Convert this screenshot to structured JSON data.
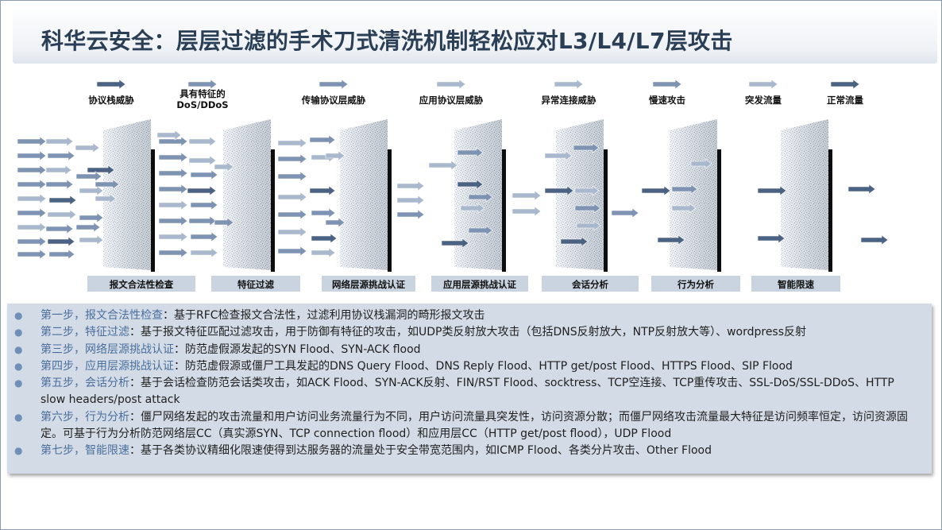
{
  "title": "科华云安全：层层过滤的手术刀式清洗机制轻松应对L3/L4/L7层攻击",
  "colors": {
    "title": "#2a3f56",
    "arrow_dark": "#4c6283",
    "arrow_mid": "#7e93b2",
    "arrow_light": "#a9b8cd",
    "stage_box": "#cad4e1",
    "panel": "#d3dbe6",
    "step_head": "#4a6f9c"
  },
  "legend": [
    {
      "label": "协议栈威胁",
      "shade": "dark"
    },
    {
      "label": "具有特征的\nDoS/DDoS",
      "shade": "mid"
    },
    {
      "label": "传输协议层威胁",
      "shade": "mid"
    },
    {
      "label": "应用协议层威胁",
      "shade": "light"
    },
    {
      "label": "异常连接威胁",
      "shade": "light"
    },
    {
      "label": "慢速攻击",
      "shade": "mid"
    },
    {
      "label": "突发流量",
      "shade": "light"
    },
    {
      "label": "正常流量",
      "shade": "dark"
    }
  ],
  "stages": [
    "报文合法性检查",
    "特征过滤",
    "网络层源挑战认证",
    "应用层源挑战认证",
    "会话分析",
    "行为分析",
    "智能限速"
  ],
  "steps": [
    {
      "head": "第一步，报文合法性检查",
      "text": "：基于RFC检查报文合法性，过滤利用协议栈漏洞的畸形报文攻击"
    },
    {
      "head": "第二步，特征过滤",
      "text": "：基于报文特征匹配过滤攻击，用于防御有特征的攻击，如UDP类反射放大攻击（包括DNS反射放大，NTP反射放大等）、wordpress反射"
    },
    {
      "head": "第三步，网络层源挑战认证",
      "text": "：防范虚假源发起的SYN Flood、SYN-ACK flood"
    },
    {
      "head": "第四步，应用层源挑战认证",
      "text": "：防范虚假源或僵尸工具发起的DNS Query Flood、DNS Reply Flood、HTTP get/post Flood、HTTPS Flood、SIP Flood"
    },
    {
      "head": "第五步，会话分析",
      "text": "：基于会话检查防范会话类攻击，如ACK Flood、SYN-ACK反射、FIN/RST Flood、socktress、TCP空连接、TCP重传攻击、SSL-DoS/SSL-DDoS、HTTP slow headers/post attack"
    },
    {
      "head": "第六步，行为分析",
      "text": "：僵尸网络发起的攻击流量和用户访问业务流量行为不同，用户访问流量具突发性，访问资源分散；而僵尸网络攻击流量最大特征是访问频率恒定，访问资源固定。可基于行为分析防范网络层CC（真实源SYN、TCP connection flood）和应用层CC（HTTP get/post flood），UDP Flood"
    },
    {
      "head": "第七步，智能限速",
      "text": "：基于各类协议精细化限速使得到达服务器的流量处于安全带宽范围内，如ICMP Flood、各类分片攻击、Other Flood"
    }
  ]
}
